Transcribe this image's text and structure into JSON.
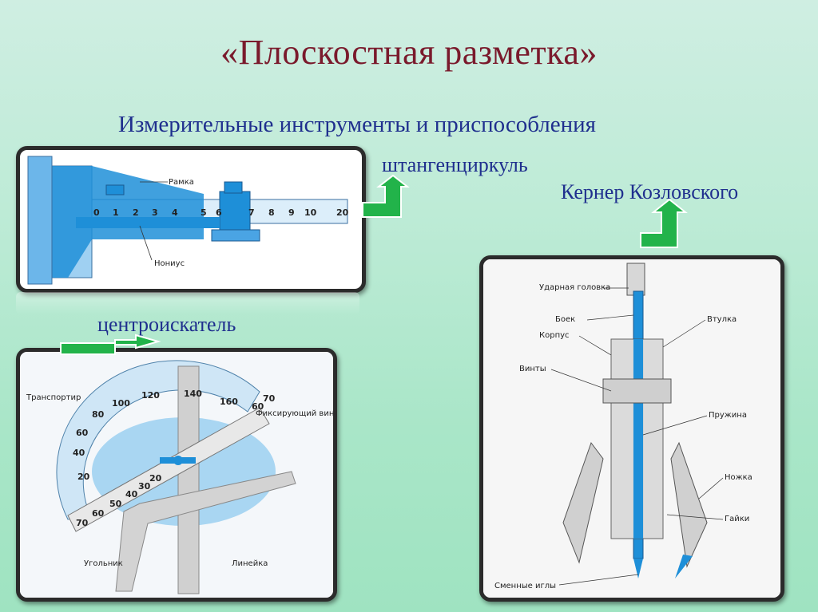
{
  "title": "«Плоскостная разметка»",
  "subtitle": "Измерительные инструменты и приспособления",
  "labels": {
    "caliper": "штангенциркуль",
    "center_punch": "Кернер Козловского",
    "center_finder": "центроискатель"
  },
  "caliper_parts": {
    "frame": "Рамка",
    "vernier": "Нониус",
    "scale": [
      "0",
      "1",
      "2",
      "3",
      "4",
      "5",
      "6",
      "7",
      "8",
      "9",
      "10",
      "20"
    ]
  },
  "center_finder_parts": {
    "protractor": "Транспортир",
    "screw": "Фиксирующий винт",
    "square": "Угольник",
    "ruler": "Линейка",
    "arc_scale": [
      "20",
      "40",
      "60",
      "80",
      "100",
      "120",
      "140",
      "160",
      "60",
      "70"
    ],
    "ruler_scale": [
      "70",
      "60",
      "50",
      "40",
      "30",
      "20"
    ]
  },
  "punch_parts": {
    "head": "Ударная головка",
    "striker": "Боек",
    "body": "Корпус",
    "sleeve": "Втулка",
    "screws": "Винты",
    "spring": "Пружина",
    "leg": "Ножка",
    "nuts": "Гайки",
    "needles": "Сменные иглы"
  },
  "colors": {
    "title": "#7a1a2c",
    "text": "#1f2f8e",
    "arrow": "#22b34a",
    "instrument": "#1e8fd8"
  }
}
